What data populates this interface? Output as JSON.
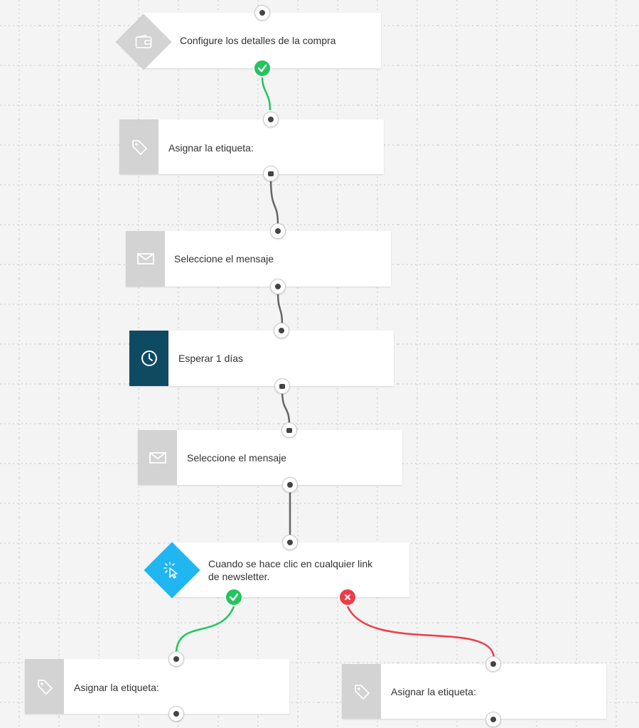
{
  "colors": {
    "success": "#22c55e",
    "failure": "#ef3b47",
    "wire": "#666666",
    "icon_box": "#d3d3d3",
    "icon_box_dark": "#0f4a63",
    "condition_box": "#1fb6f2"
  },
  "nodes": [
    {
      "id": "purchase",
      "label": "Configure los detalles de la compra",
      "icon": "wallet-icon"
    },
    {
      "id": "tag1",
      "label": "Asignar la etiqueta:",
      "icon": "tag-icon"
    },
    {
      "id": "msg1",
      "label": "Seleccione el mensaje",
      "icon": "envelope-icon"
    },
    {
      "id": "wait",
      "label": "Esperar 1 días",
      "icon": "clock-icon"
    },
    {
      "id": "msg2",
      "label": "Seleccione el mensaje",
      "icon": "envelope-icon"
    },
    {
      "id": "click",
      "label": "Cuando se hace clic en cualquier link de newsletter.",
      "icon": "cursor-click-icon"
    },
    {
      "id": "tag_yes",
      "label": "Asignar la etiqueta:",
      "icon": "tag-icon"
    },
    {
      "id": "tag_no",
      "label": "Asignar la etiqueta:",
      "icon": "tag-icon"
    }
  ]
}
